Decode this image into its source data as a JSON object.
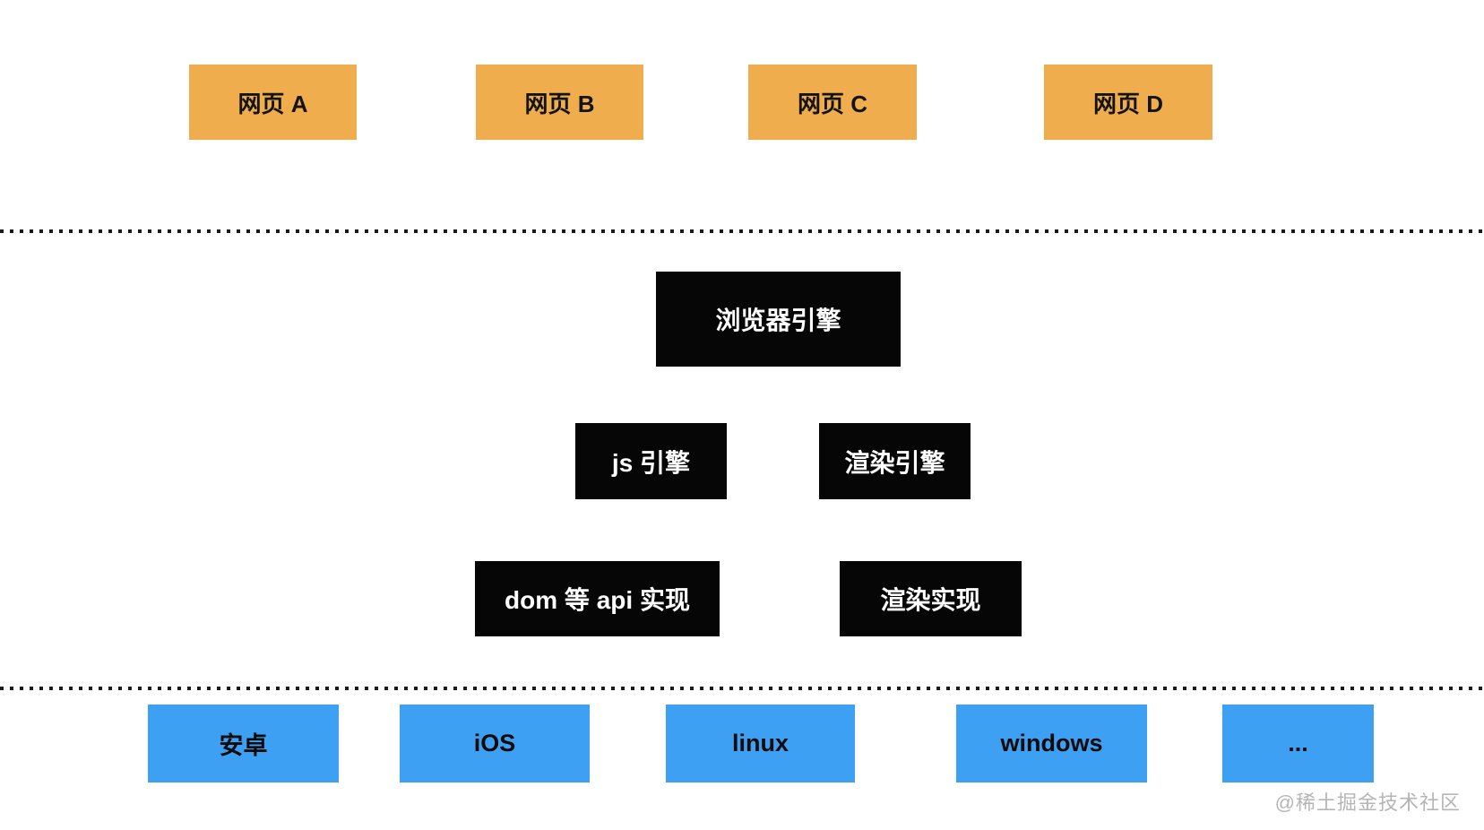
{
  "colors": {
    "webpage_box": "#F0AD4D",
    "engine_box": "#060606",
    "engine_text": "#FFFFFF",
    "platform_box": "#3EA0F2",
    "dotted_line": "#1A1A1A",
    "watermark_text": "#B5B5B5",
    "background": "#FFFFFF"
  },
  "webpages": [
    {
      "label": "网页 A"
    },
    {
      "label": "网页 B"
    },
    {
      "label": "网页 C"
    },
    {
      "label": "网页 D"
    }
  ],
  "browser_engine": {
    "label": "浏览器引擎"
  },
  "engines": [
    {
      "label": "js 引擎"
    },
    {
      "label": "渲染引擎"
    }
  ],
  "implementations": [
    {
      "label": "dom 等 api 实现"
    },
    {
      "label": "渲染实现"
    }
  ],
  "platforms": [
    {
      "label": "安卓"
    },
    {
      "label": "iOS"
    },
    {
      "label": "linux"
    },
    {
      "label": "windows"
    },
    {
      "label": "..."
    }
  ],
  "watermark": "@稀土掘金技术社区"
}
